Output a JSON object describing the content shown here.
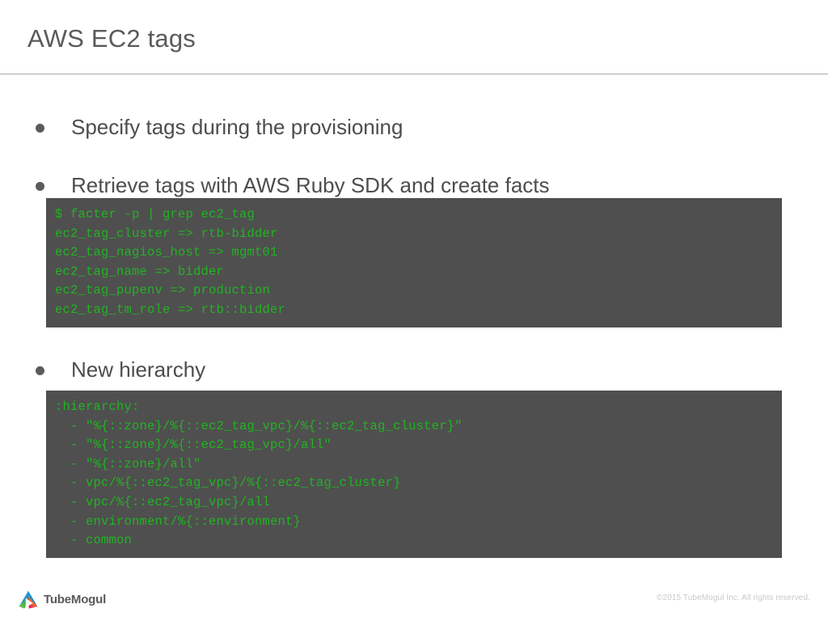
{
  "slide": {
    "title": "AWS EC2 tags",
    "bullets": [
      {
        "label": "Specify tags during the provisioning"
      },
      {
        "label": "Retrieve tags with AWS Ruby SDK and create facts"
      },
      {
        "label": "New hierarchy"
      }
    ],
    "code_blocks": [
      {
        "name": "facter-output",
        "lines": [
          "$ facter -p | grep ec2_tag",
          "ec2_tag_cluster => rtb-bidder",
          "ec2_tag_nagios_host => mgmt01",
          "ec2_tag_name => bidder",
          "ec2_tag_pupenv => production",
          "ec2_tag_tm_role => rtb::bidder"
        ]
      },
      {
        "name": "hiera-hierarchy",
        "lines": [
          ":hierarchy:",
          "  - \"%{::zone}/%{::ec2_tag_vpc}/%{::ec2_tag_cluster}\"",
          "  - \"%{::zone}/%{::ec2_tag_vpc}/all\"",
          "  - \"%{::zone}/all\"",
          "  - vpc/%{::ec2_tag_vpc}/%{::ec2_tag_cluster}",
          "  - vpc/%{::ec2_tag_vpc}/all",
          "  - environment/%{::environment}",
          "  - common"
        ]
      }
    ]
  },
  "footer": {
    "brand_name": "TubeMogul",
    "copyright": "©2015 TubeMogul Inc. All rights reserved."
  },
  "colors": {
    "title_text": "#5a5a5a",
    "body_text": "#4d4d4d",
    "bullet_dot": "#5b5b5b",
    "code_background": "#4f4f4f",
    "code_text": "#22b322",
    "rule": "#a8a8a8",
    "copyright_text": "#c9c9c9",
    "logo_blue": "#1b75bb",
    "logo_green": "#39b54a",
    "logo_yellow": "#fbb040",
    "logo_magenta": "#ec008c"
  }
}
